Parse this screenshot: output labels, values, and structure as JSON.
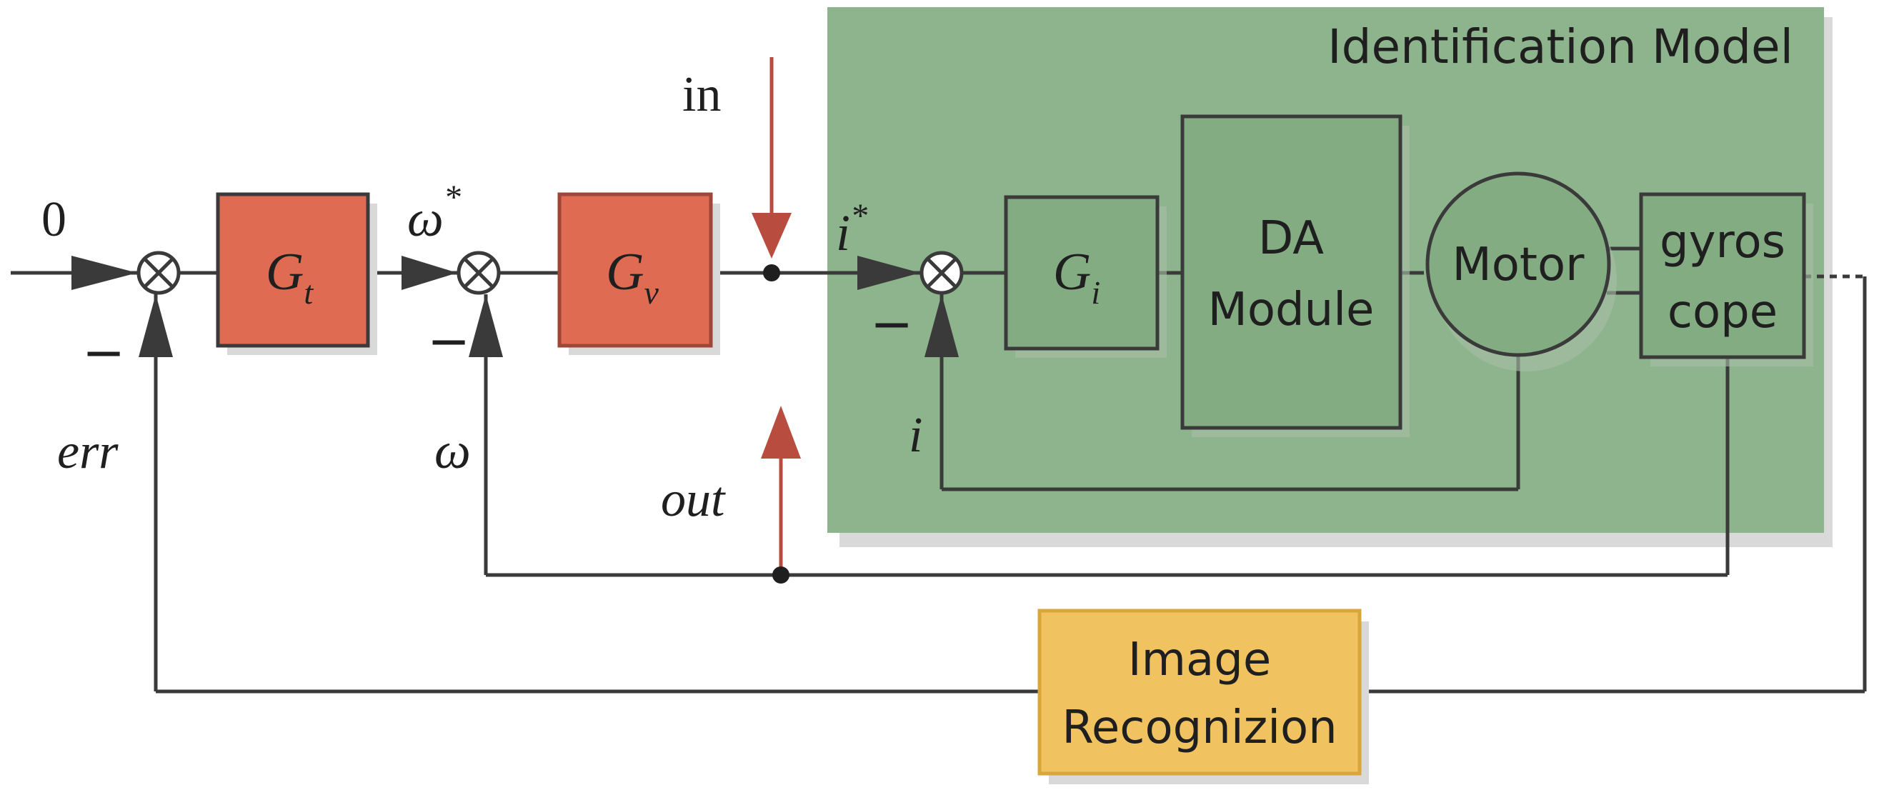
{
  "colors": {
    "line": "#3a3a3a",
    "red_block_fill": "#df6b53",
    "red_block_stroke": "#9e4638",
    "green_panel": "#8db48c",
    "green_block": "#84ac82",
    "yellow_block": "#f1c260",
    "yellow_stroke": "#d9a53d",
    "red_arrow": "#b84c3e",
    "shadow": "#d9d9d9"
  },
  "labels": {
    "zero": "0",
    "minus_1": "−",
    "minus_2": "−",
    "minus_3": "−",
    "err": "err",
    "omega_star_sym": "ω",
    "omega_star_sup": "*",
    "omega": "ω",
    "in": "in",
    "out": "out",
    "i_star_sym": "i",
    "i_star_sup": "*",
    "i_feedback": "i"
  },
  "blocks": {
    "gt_main": "G",
    "gt_sub": "t",
    "gv_main": "G",
    "gv_sub": "v",
    "gi_main": "G",
    "gi_sub": "i",
    "da_line1": "DA",
    "da_line2": "Module",
    "motor": "Motor",
    "gyro_line1": "gyros",
    "gyro_line2": "cope",
    "image_line1": "Image",
    "image_line2": "Recognizion"
  },
  "panel": {
    "title": "Identification Model"
  }
}
